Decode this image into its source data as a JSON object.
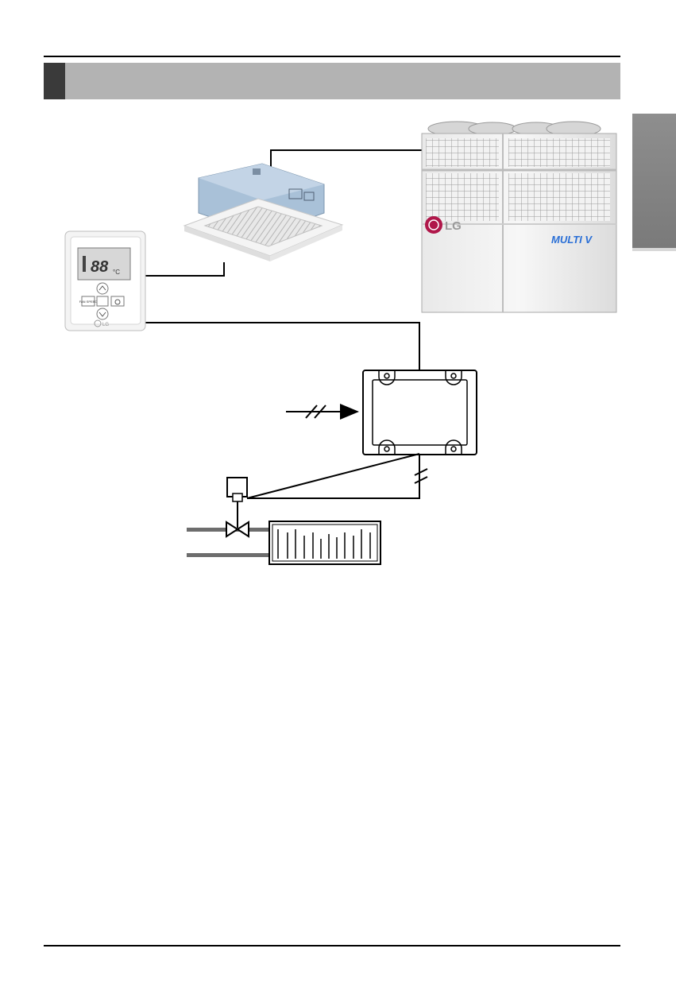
{
  "header": {
    "accent_color": "#3a3a3a",
    "bar_color": "#b3b3b3"
  },
  "side_tab": {
    "color": "#808080"
  },
  "equipment": {
    "outdoor_unit": {
      "icon": "outdoor-unit-icon",
      "logo_brand": "LG",
      "logo_model": "MULTI V"
    },
    "indoor_unit": {
      "icon": "ceiling-cassette-icon"
    },
    "remote_controller": {
      "icon": "wired-remote-icon",
      "brand": "LG",
      "fan_speed_label": "FAN SPEED",
      "display_digits": "88",
      "unit": "°C"
    },
    "interface_box": {
      "icon": "interface-box-icon"
    },
    "actuator": {
      "icon": "valve-actuator-icon"
    },
    "valve": {
      "icon": "two-way-valve-icon"
    },
    "coil": {
      "icon": "heating-coil-icon"
    }
  }
}
